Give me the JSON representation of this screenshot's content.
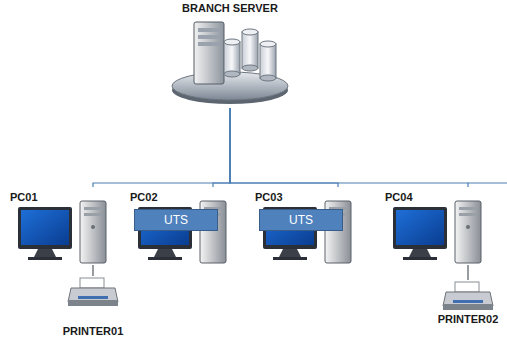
{
  "diagram": {
    "nodes": [
      {
        "text": [
          "BRANCH SERVER"
        ]
      },
      {
        "text": [
          "PC01"
        ]
      },
      {
        "text": [
          "PC02"
        ]
      },
      {
        "text": [
          "UTS"
        ],
        "in": 2
      },
      {
        "text": [
          "PC03"
        ]
      },
      {
        "text": [
          "UTS"
        ],
        "in": 4
      },
      {
        "text": [
          "PC04"
        ]
      },
      {
        "text": [
          "PRINTER01"
        ]
      },
      {
        "text": [
          "PRINTER02"
        ]
      }
    ],
    "edges": [
      {
        "from": 0,
        "to": 1,
        "arrow": "none"
      },
      {
        "from": 0,
        "to": 2,
        "arrow": "none"
      },
      {
        "from": 0,
        "to": 4,
        "arrow": "none"
      },
      {
        "from": 0,
        "to": 6,
        "arrow": "none"
      },
      {
        "from": 1,
        "to": 7,
        "arrow": "none"
      },
      {
        "from": 6,
        "to": 8,
        "arrow": "none"
      }
    ]
  }
}
